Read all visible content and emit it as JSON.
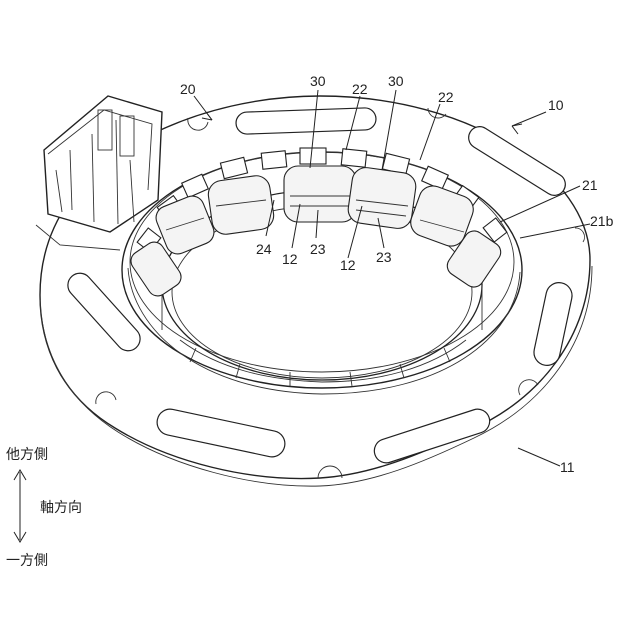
{
  "references": {
    "r10": "10",
    "r11": "11",
    "r12a": "12",
    "r12b": "12",
    "r20": "20",
    "r21": "21",
    "r21b": "21b",
    "r22a": "22",
    "r22b": "22",
    "r23a": "23",
    "r23b": "23",
    "r24": "24",
    "r30a": "30",
    "r30b": "30"
  },
  "axis": {
    "top": "他方側",
    "middle": "軸方向",
    "bottom": "一方側"
  },
  "colors": {
    "line": "#222222",
    "background": "#ffffff",
    "coil_fill": "#f4f4f4"
  }
}
